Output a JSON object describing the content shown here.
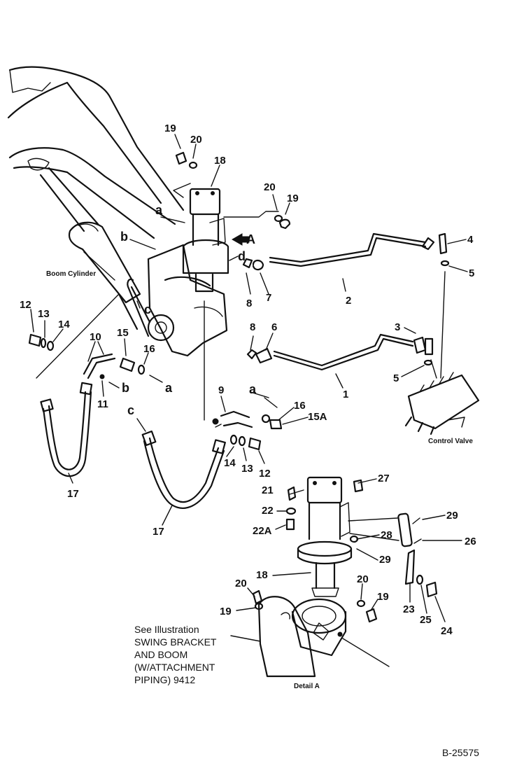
{
  "labels": {
    "boom_cylinder": "Boom Cylinder",
    "control_valve": "Control Valve",
    "detail_a": "Detail A",
    "view_arrow": "A"
  },
  "note": {
    "lines": [
      "See Illustration",
      "SWING BRACKET",
      "AND BOOM",
      "(W/ATTACHMENT",
      "PIPING) 9412"
    ]
  },
  "figure_code": "B-25575",
  "callouts": {
    "p1": "1",
    "p2": "2",
    "p3": "3",
    "p4": "4",
    "p5a": "5",
    "p5b": "5",
    "p6": "6",
    "p7": "7",
    "p8a": "8",
    "p8b": "8",
    "p9": "9",
    "p10": "10",
    "p11": "11",
    "p12a": "12",
    "p12b": "12",
    "p13a": "13",
    "p13b": "13",
    "p14a": "14",
    "p14b": "14",
    "p15": "15",
    "p15a": "15A",
    "p16a": "16",
    "p16b": "16",
    "p17a": "17",
    "p17b": "17",
    "p18a": "18",
    "p18b": "18",
    "p19a": "19",
    "p19b": "19",
    "p19c": "19",
    "p19d": "19",
    "p20a": "20",
    "p20b": "20",
    "p20c": "20",
    "p20d": "20",
    "p21": "21",
    "p22": "22",
    "p22a": "22A",
    "p23": "23",
    "p24": "24",
    "p25": "25",
    "p26": "26",
    "p27": "27",
    "p28": "28",
    "p29a": "29",
    "p29b": "29"
  },
  "connection_letters": {
    "a1": "a",
    "a2": "a",
    "a3": "a",
    "b1": "b",
    "b2": "b",
    "c1": "c",
    "c2": "c",
    "d1": "d"
  }
}
